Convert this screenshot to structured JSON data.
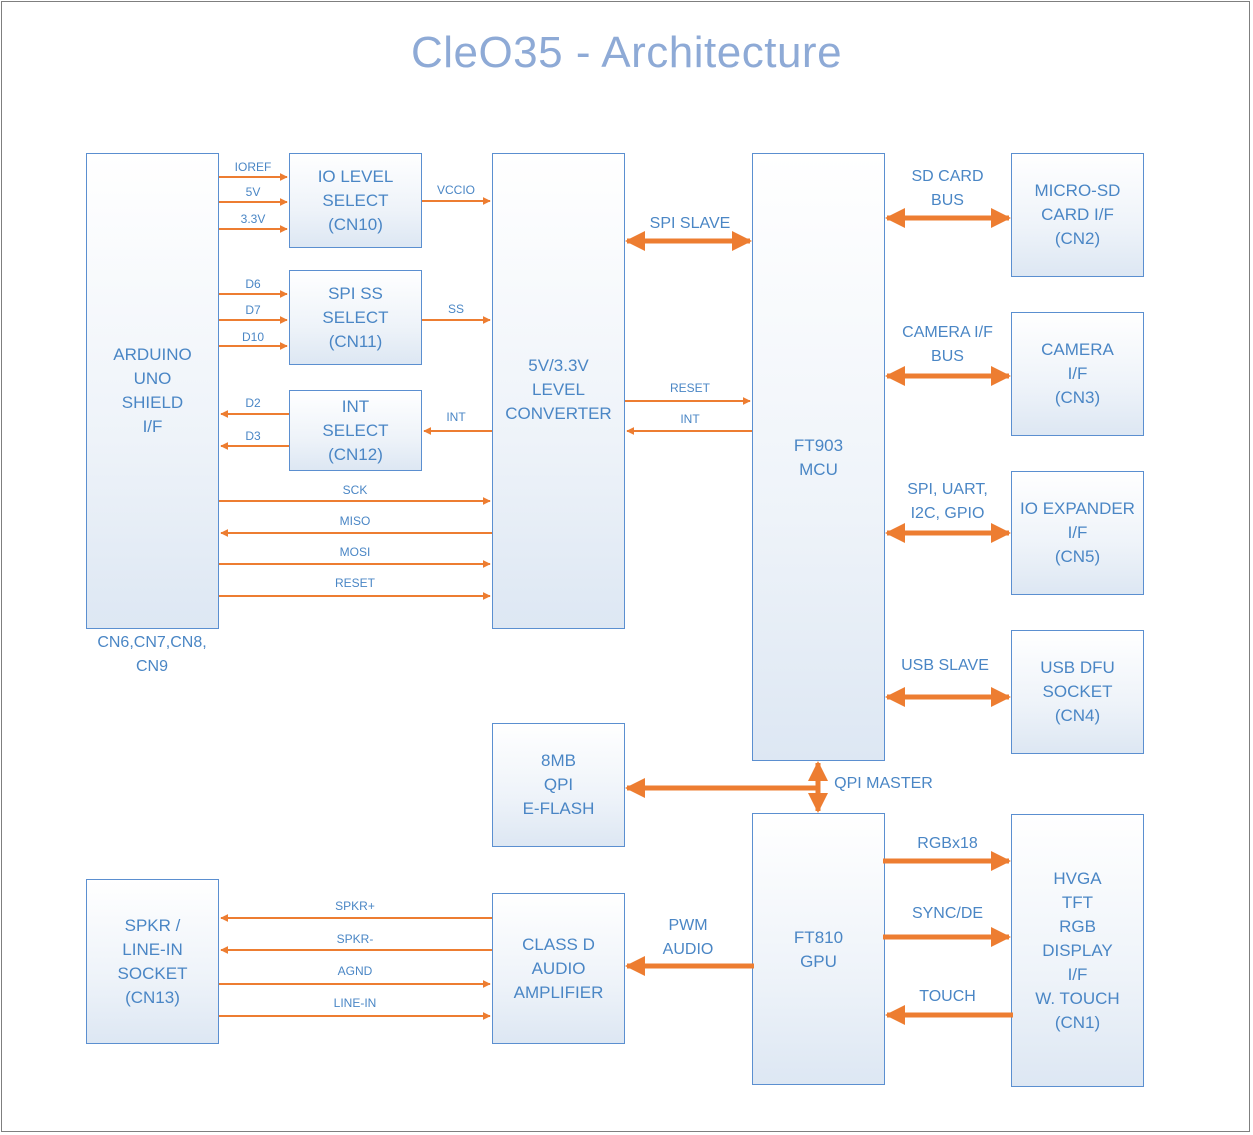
{
  "title": "CleO35 - Architecture",
  "colors": {
    "arrow": "#ed7d31",
    "text": "#4a86c5",
    "box_border": "#5b8fd0"
  },
  "blocks": {
    "arduino": "ARDUINO\nUNO\nSHIELD\nI/F",
    "arduino_connectors": "CN6,CN7,CN8,\nCN9",
    "io_level": "IO LEVEL\nSELECT\n(CN10)",
    "spi_ss": "SPI  SS\nSELECT\n(CN11)",
    "int_select": "INT\nSELECT\n(CN12)",
    "level_converter": "5V/3.3V\nLEVEL\nCONVERTER",
    "mcu": "FT903\nMCU",
    "microsd": "MICRO-SD\nCARD I/F\n(CN2)",
    "camera": "CAMERA\nI/F\n(CN3)",
    "io_expander": "IO EXPANDER\nI/F\n(CN5)",
    "usb_dfu": "USB DFU\nSOCKET\n(CN4)",
    "eflash": "8MB\nQPI\nE-FLASH",
    "gpu": "FT810\nGPU",
    "display": "HVGA\nTFT\nRGB\nDISPLAY\nI/F\nW. TOUCH\n(CN1)",
    "speaker": "SPKR /\nLINE-IN\nSOCKET\n(CN13)",
    "amplifier": "CLASS D\nAUDIO\nAMPLIFIER"
  },
  "signals": {
    "ioref": "IOREF",
    "v5": "5V",
    "v33": "3.3V",
    "vccio": "VCCIO",
    "d6": "D6",
    "d7": "D7",
    "d10": "D10",
    "ss": "SS",
    "d2": "D2",
    "d3": "D3",
    "int_left": "INT",
    "sck": "SCK",
    "miso": "MISO",
    "mosi": "MOSI",
    "reset_left": "RESET",
    "reset_right": "RESET",
    "int_right": "INT",
    "spkr_plus": "SPKR+",
    "spkr_minus": "SPKR-",
    "agnd": "AGND",
    "line_in": "LINE-IN"
  },
  "buses": {
    "spi_slave": "SPI SLAVE",
    "sd_card_bus": "SD CARD\nBUS",
    "camera_bus": "CAMERA I/F\nBUS",
    "io_bus": "SPI, UART,\nI2C, GPIO",
    "usb_slave": "USB SLAVE",
    "qpi_master": "QPI MASTER",
    "rgb": "RGBx18",
    "sync": "SYNC/DE",
    "touch": "TOUCH",
    "pwm_audio": "PWM\nAUDIO"
  }
}
